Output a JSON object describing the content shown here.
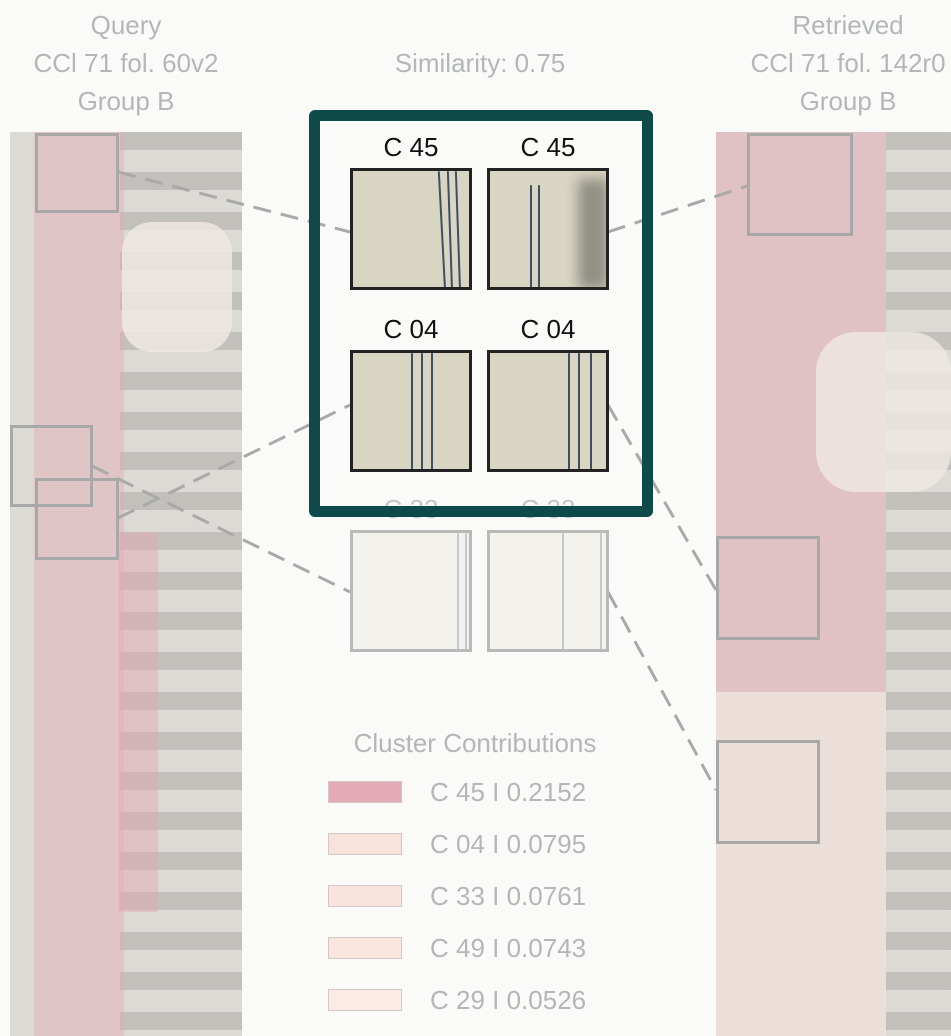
{
  "header": {
    "query_label": "Query",
    "query_page": "CCl 71 fol. 60v2",
    "query_group": "Group B",
    "similarity": "Similarity: 0.75",
    "retrieved_label": "Retrieved",
    "retrieved_page": "CCl 71 fol. 142r0",
    "retrieved_group": "Group B"
  },
  "matches": [
    {
      "query_cluster": "C 45",
      "retrieved_cluster": "C 45",
      "highlighted": true
    },
    {
      "query_cluster": "C 04",
      "retrieved_cluster": "C 04",
      "highlighted": true
    },
    {
      "query_cluster": "C 33",
      "retrieved_cluster": "C 33",
      "highlighted": false
    }
  ],
  "legend": {
    "title": "Cluster Contributions",
    "items": [
      {
        "label": "C 45 I 0.2152",
        "color": "#e4aab6"
      },
      {
        "label": "C 04 I 0.0795",
        "color": "#f8e2db"
      },
      {
        "label": "C 33 I 0.0761",
        "color": "#f9e4dd"
      },
      {
        "label": "C 49 I 0.0743",
        "color": "#fae6df"
      },
      {
        "label": "C 29 I 0.0526",
        "color": "#fbebe4"
      }
    ]
  },
  "colors": {
    "highlight_border": "#0f4a4a",
    "heatmap_strong": "#e4aab6",
    "heatmap_weak": "#fae6df",
    "page_background": "#dcdad5"
  }
}
